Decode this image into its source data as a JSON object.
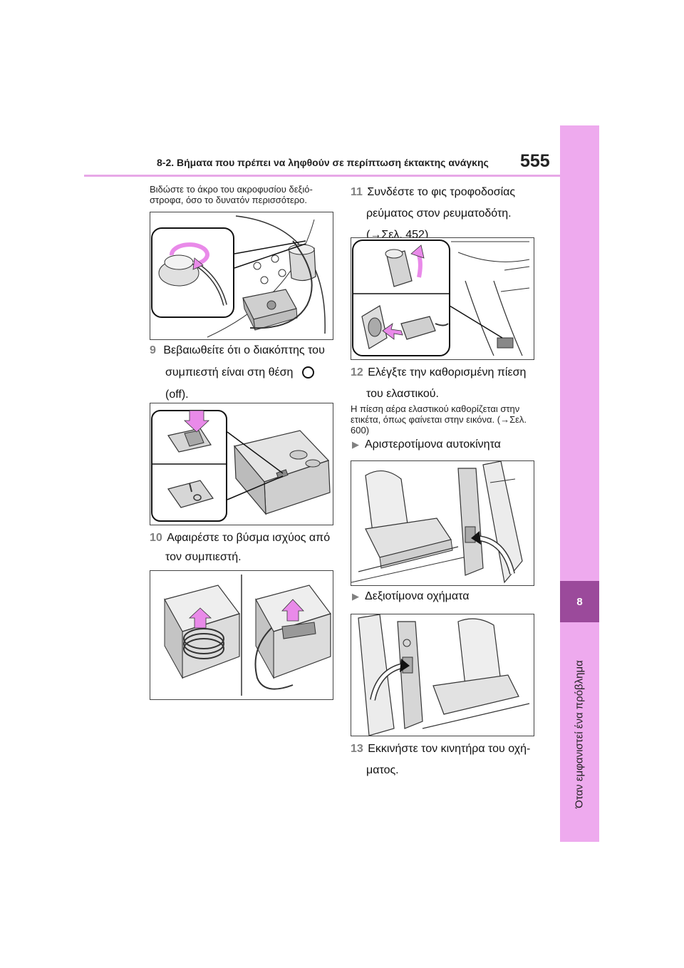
{
  "header": {
    "title": "8-2. Βήματα που πρέπει να ληφθούν σε περίπτωση έκτακτης ανάγκης",
    "page_number": "555"
  },
  "side": {
    "chapter_number": "8",
    "chapter_title": "Όταν εμφανιστεί ένα πρόβλημα"
  },
  "left": {
    "note": "Βιδώστε το άκρο του ακροφυσίου δεξιό-στροφα, όσο το δυνατόν περισσότερο.",
    "step9": {
      "num": "9",
      "line1": "Βεβαιωθείτε ότι ο διακόπτης του",
      "line2": "συμπιεστή είναι στη θέση",
      "line3": "(off)."
    },
    "step10": {
      "num": "10",
      "line1": "Αφαιρέστε το βύσμα ισχύος από",
      "line2": "τον συμπιεστή."
    }
  },
  "right": {
    "step11": {
      "num": "11",
      "line1": "Συνδέστε το φις τροφοδοσίας",
      "line2": "ρεύματος στον ρευματοδότη.",
      "line3": "(→Σελ. 452)"
    },
    "step12": {
      "num": "12",
      "line1": "Ελέγξτε την καθορισμένη πίεση",
      "line2": "του ελαστικού."
    },
    "note": "Η πίεση αέρα ελαστικού καθορίζεται στην ετικέτα, όπως φαίνεται στην εικόνα. (→Σελ. 600)",
    "variant_lhd": "Αριστεροτίμονα αυτοκίνητα",
    "variant_rhd": "Δεξιοτίμονα οχήματα",
    "step13": {
      "num": "13",
      "line1": "Εκκινήστε τον κινητήρα του οχή-",
      "line2": "ματος."
    }
  },
  "colors": {
    "side_strip": "#eeaaee",
    "side_tab": "#9b4a9b",
    "header_rule": "#e7a8e7",
    "arrow_pink": "#e98ae9"
  }
}
